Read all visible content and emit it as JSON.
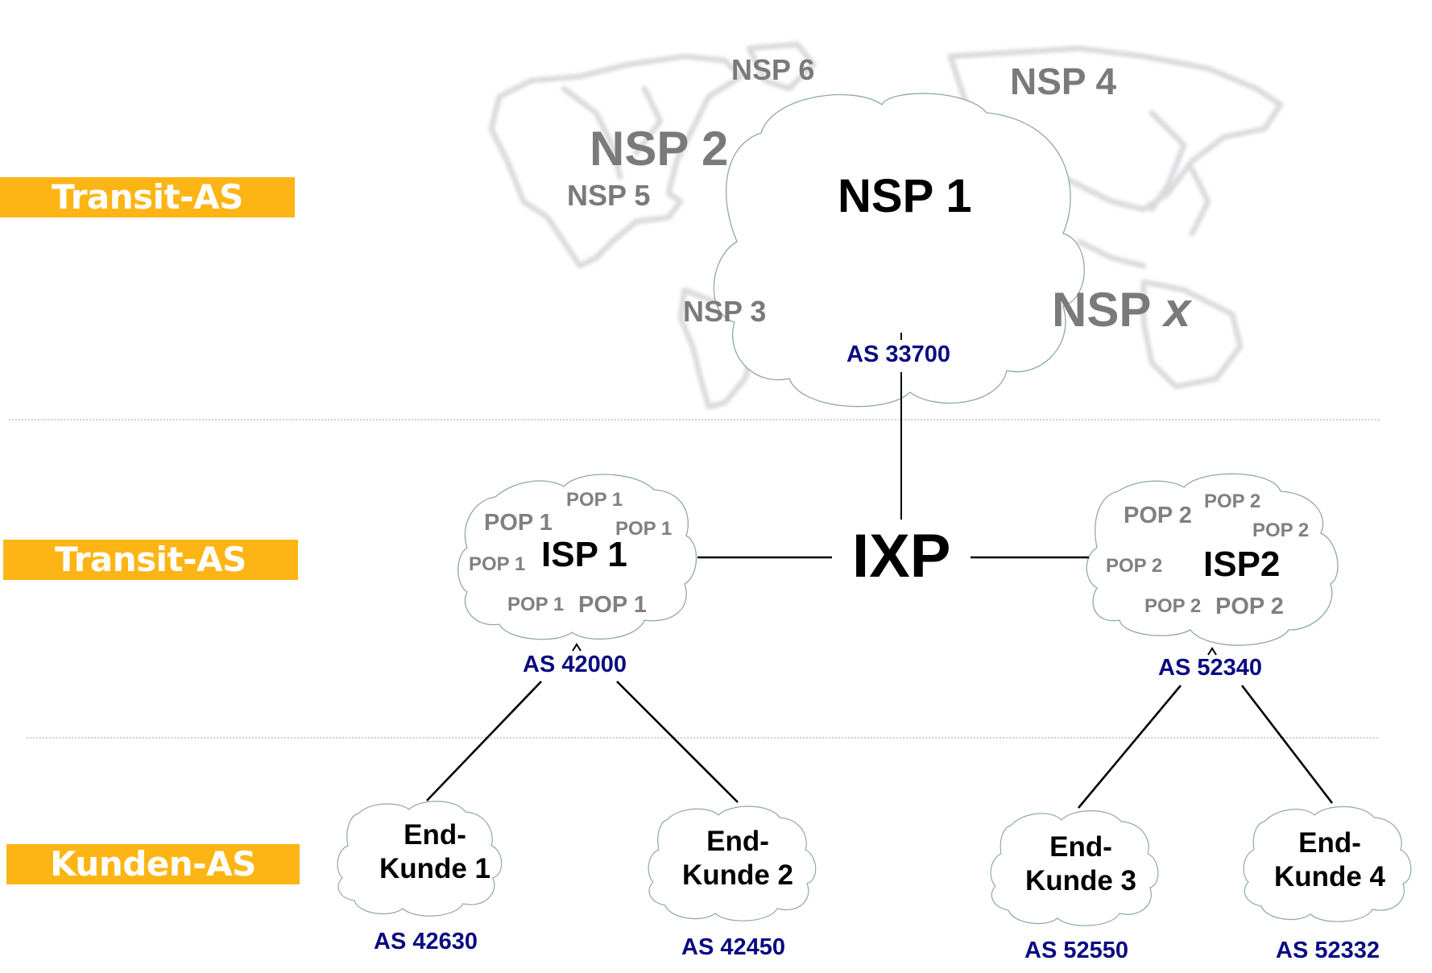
{
  "colors": {
    "tier_label_bg": "#fdb515",
    "tier_label_text": "#ffffff",
    "as_number_text": "#0a0a82",
    "nsp_gray_text": "#7a7a7a",
    "cloud_outline": "#8fa8aa",
    "divider": "#b0b0b0",
    "link": "#000000"
  },
  "tiers": [
    {
      "label": "Transit-AS"
    },
    {
      "label": "Transit-AS"
    },
    {
      "label": "Kunden-AS"
    }
  ],
  "world_map": {
    "background_networks": [
      "NSP 6",
      "NSP 4",
      "NSP 2",
      "NSP 5",
      "NSP 3",
      "NSP x"
    ]
  },
  "nsp1": {
    "label": "NSP 1",
    "as": "AS 33700"
  },
  "ixp": {
    "label": "IXP"
  },
  "isp1": {
    "label": "ISP 1",
    "as": "AS 42000",
    "pops": [
      "POP 1",
      "POP 1",
      "POP 1",
      "POP 1",
      "POP 1",
      "POP 1"
    ]
  },
  "isp2": {
    "label": "ISP2",
    "as": "AS 52340",
    "pops": [
      "POP 2",
      "POP 2",
      "POP 2",
      "POP 2",
      "POP 2",
      "POP 2"
    ]
  },
  "customers": [
    {
      "line1": "End-",
      "line2": "Kunde 1",
      "as": "AS 42630"
    },
    {
      "line1": "End-",
      "line2": "Kunde 2",
      "as": "AS 42450"
    },
    {
      "line1": "End-",
      "line2": "Kunde 3",
      "as": "AS 52550"
    },
    {
      "line1": "End-",
      "line2": "Kunde 4",
      "as": "AS 52332"
    }
  ]
}
